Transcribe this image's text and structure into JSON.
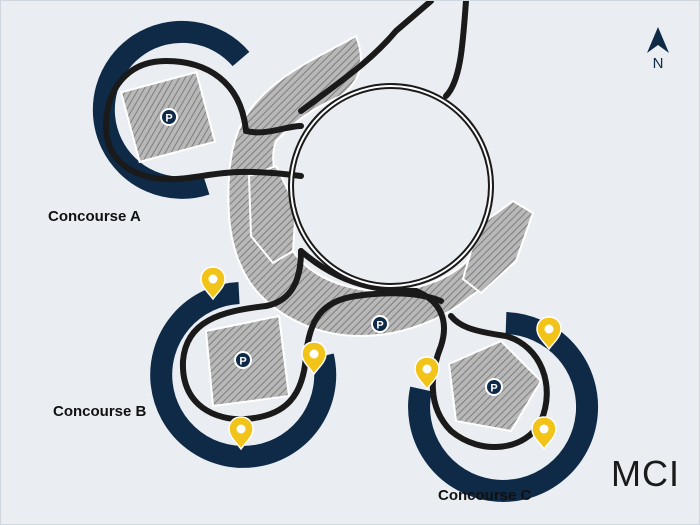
{
  "map": {
    "airport_code": "MCI",
    "north_label": "N",
    "concourses": [
      {
        "id": "a",
        "label": "Concourse A",
        "parking_label": "P"
      },
      {
        "id": "b",
        "label": "Concourse B",
        "parking_label": "P"
      },
      {
        "id": "c",
        "label": "Concourse C",
        "parking_label": "P"
      }
    ],
    "central_parking_label": "P",
    "colors": {
      "background": "#eaeef2",
      "terminal_arc": "#0e2a47",
      "road": "#1a1a1a",
      "parking_hatch": "#9a9a9a",
      "location_pin": "#f2c318"
    },
    "icons": {
      "pin": "map-pin-icon",
      "north": "north-arrow-icon",
      "parking": "parking-icon"
    }
  }
}
